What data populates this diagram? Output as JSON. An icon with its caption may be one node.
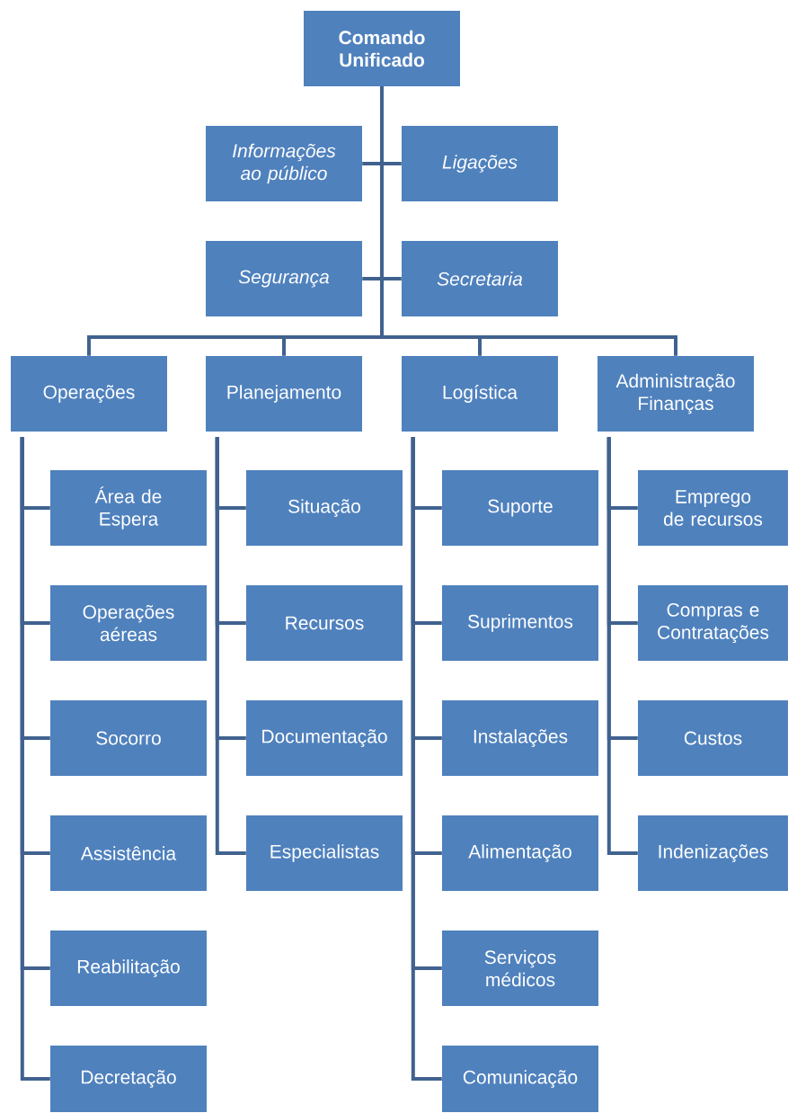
{
  "diagram": {
    "nodes": [
      {
        "text": [
          "Comando Unificado"
        ]
      },
      {
        "text": [
          "Informações ao público"
        ]
      },
      {
        "text": [
          "Ligações"
        ]
      },
      {
        "text": [
          "Segurança"
        ]
      },
      {
        "text": [
          "Secretaria"
        ]
      },
      {
        "text": [
          "Operações"
        ]
      },
      {
        "text": [
          "Planejamento"
        ]
      },
      {
        "text": [
          "Logística"
        ]
      },
      {
        "text": [
          "Administração Finanças"
        ]
      },
      {
        "text": [
          "Área de Espera"
        ]
      },
      {
        "text": [
          "Operações aéreas"
        ]
      },
      {
        "text": [
          "Socorro"
        ]
      },
      {
        "text": [
          "Assistência"
        ]
      },
      {
        "text": [
          "Reabilitação"
        ]
      },
      {
        "text": [
          "Decretação"
        ]
      },
      {
        "text": [
          "Situação"
        ]
      },
      {
        "text": [
          "Recursos"
        ]
      },
      {
        "text": [
          "Documentação"
        ]
      },
      {
        "text": [
          "Especialistas"
        ]
      },
      {
        "text": [
          "Suporte"
        ]
      },
      {
        "text": [
          "Suprimentos"
        ]
      },
      {
        "text": [
          "Instalações"
        ]
      },
      {
        "text": [
          "Alimentação"
        ]
      },
      {
        "text": [
          "Serviços médicos"
        ]
      },
      {
        "text": [
          "Comunicação"
        ]
      },
      {
        "text": [
          "Emprego de recursos"
        ]
      },
      {
        "text": [
          "Compras e Contratações"
        ]
      },
      {
        "text": [
          "Custos"
        ]
      },
      {
        "text": [
          "Indenizações"
        ]
      }
    ],
    "edges": [
      {
        "from": 0,
        "to": 1,
        "arrow": "none"
      },
      {
        "from": 0,
        "to": 2,
        "arrow": "none"
      },
      {
        "from": 0,
        "to": 3,
        "arrow": "none"
      },
      {
        "from": 0,
        "to": 4,
        "arrow": "none"
      },
      {
        "from": 0,
        "to": 5,
        "arrow": "none"
      },
      {
        "from": 0,
        "to": 6,
        "arrow": "none"
      },
      {
        "from": 0,
        "to": 7,
        "arrow": "none"
      },
      {
        "from": 0,
        "to": 8,
        "arrow": "none"
      },
      {
        "from": 5,
        "to": 9,
        "arrow": "none"
      },
      {
        "from": 5,
        "to": 10,
        "arrow": "none"
      },
      {
        "from": 5,
        "to": 11,
        "arrow": "none"
      },
      {
        "from": 5,
        "to": 12,
        "arrow": "none"
      },
      {
        "from": 5,
        "to": 13,
        "arrow": "none"
      },
      {
        "from": 5,
        "to": 14,
        "arrow": "none"
      },
      {
        "from": 6,
        "to": 15,
        "arrow": "none"
      },
      {
        "from": 6,
        "to": 16,
        "arrow": "none"
      },
      {
        "from": 6,
        "to": 17,
        "arrow": "none"
      },
      {
        "from": 6,
        "to": 18,
        "arrow": "none"
      },
      {
        "from": 7,
        "to": 19,
        "arrow": "none"
      },
      {
        "from": 7,
        "to": 20,
        "arrow": "none"
      },
      {
        "from": 7,
        "to": 21,
        "arrow": "none"
      },
      {
        "from": 7,
        "to": 22,
        "arrow": "none"
      },
      {
        "from": 7,
        "to": 23,
        "arrow": "none"
      },
      {
        "from": 7,
        "to": 24,
        "arrow": "none"
      },
      {
        "from": 8,
        "to": 25,
        "arrow": "none"
      },
      {
        "from": 8,
        "to": 26,
        "arrow": "none"
      },
      {
        "from": 8,
        "to": 27,
        "arrow": "none"
      },
      {
        "from": 8,
        "to": 28,
        "arrow": "none"
      }
    ]
  }
}
